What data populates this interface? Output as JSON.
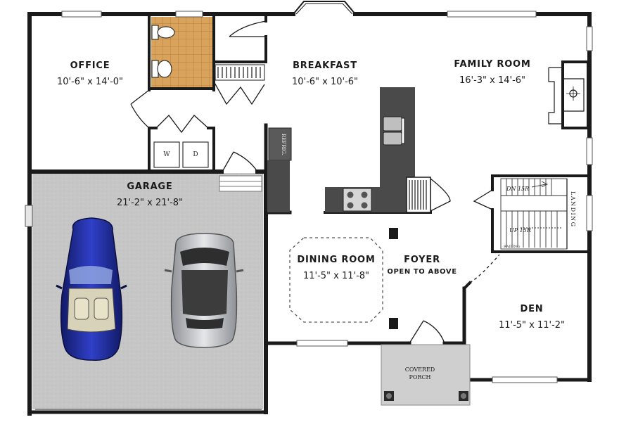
{
  "rooms": {
    "office": {
      "name": "OFFICE",
      "dims": "10'-6\" x 14'-0\""
    },
    "breakfast": {
      "name": "BREAKFAST",
      "dims": "10'-6\" x 10'-6\""
    },
    "family_room": {
      "name": "FAMILY ROOM",
      "dims": "16'-3\" x 14'-6\""
    },
    "garage": {
      "name": "GARAGE",
      "dims": "21'-2\" x 21'-8\""
    },
    "dining_room": {
      "name": "DINING ROOM",
      "dims": "11'-5\" x 11'-8\""
    },
    "foyer": {
      "name": "FOYER",
      "note": "OPEN TO ABOVE"
    },
    "den": {
      "name": "DEN",
      "dims": "11'-5\" x 11'-2\""
    }
  },
  "labels": {
    "washer": "W",
    "dryer": "D",
    "refrigerator": "REFRIG.",
    "stairs_down": "DN 15R",
    "stairs_up": "UP 15R",
    "landing": "LANDING",
    "rail": "RAILING",
    "porch_line1": "COVERED",
    "porch_line2": "PORCH"
  },
  "colors": {
    "wall": "#1a1a1a",
    "garage_floor": "#c6c6c6",
    "bath_tile": "#d9a35c",
    "counter": "#4a4a4a",
    "blue_car": "#2233aa",
    "silver_car": "#b5b8bc"
  }
}
